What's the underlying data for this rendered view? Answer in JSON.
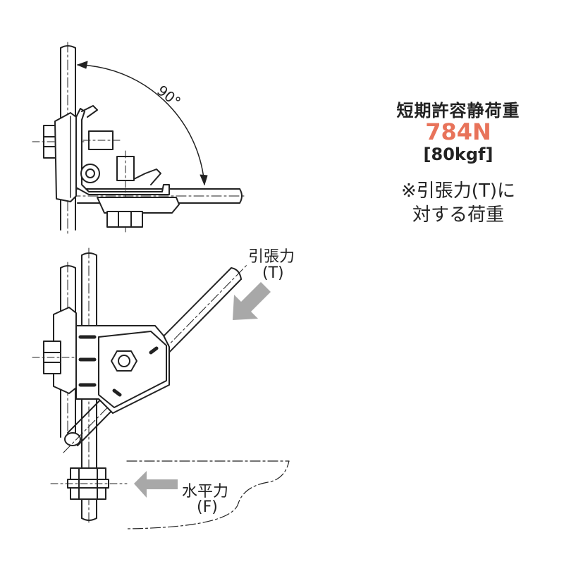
{
  "spec": {
    "title": "短期許容静荷重",
    "value": "784N",
    "value_kgf": "[80kgf]",
    "note_line1": "※引張力(T)に",
    "note_line2": "対する荷重"
  },
  "diagram_top": {
    "angle_label": "90°"
  },
  "diagram_bottom": {
    "tension_label": "引張力",
    "tension_symbol": "(T)",
    "horizontal_label": "水平力",
    "horizontal_symbol": "(F)"
  },
  "colors": {
    "accent": "#e8735a",
    "ink": "#222222",
    "arrow": "#a8a8a8",
    "pipe_fill": "#ffffff"
  }
}
